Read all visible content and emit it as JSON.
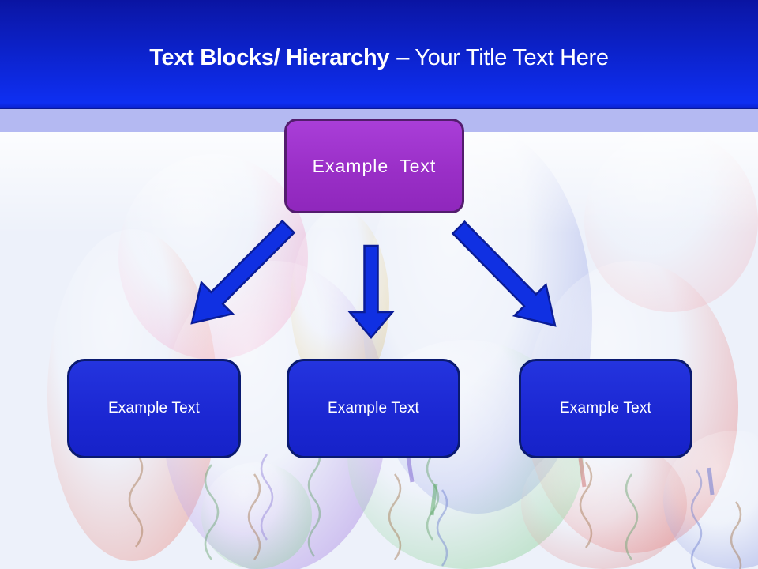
{
  "header": {
    "title_bold": "Text Blocks/ Hierarchy",
    "title_regular": "– Your Title Text Here"
  },
  "diagram": {
    "root": {
      "label": "Example Text"
    },
    "children": [
      {
        "label": "Example Text"
      },
      {
        "label": "Example Text"
      },
      {
        "label": "Example Text"
      }
    ],
    "arrows": [
      "down-left",
      "down",
      "down-right"
    ]
  },
  "colors": {
    "header_blue_top": "#0a14a2",
    "header_blue_bottom": "#0e2ff2",
    "accent_strip_lavender": "#b4b9f2",
    "canvas_background": "#edf1fa",
    "root_box_fill": "#9a2fc7",
    "root_box_border": "#531d6e",
    "child_box_fill": "#1b27d2",
    "child_box_border": "#0a1a70",
    "arrow_fill": "#1030e2",
    "arrow_border": "#0a1c96",
    "text_color": "#ffffff"
  }
}
